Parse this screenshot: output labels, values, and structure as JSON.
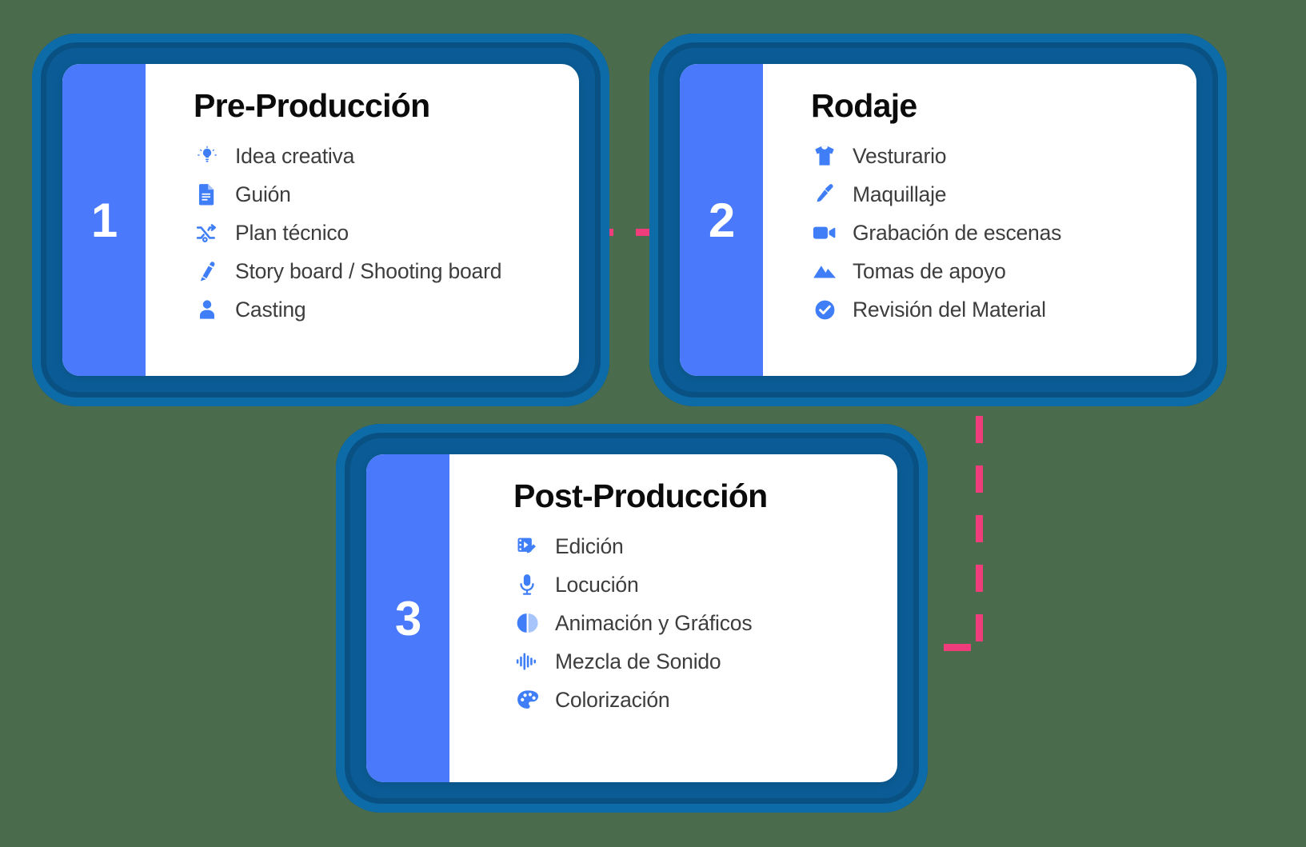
{
  "theme": {
    "background": "#4a6b4c",
    "frame_blue": "#0b5c96",
    "frame_blue_light": "#0d6ba8",
    "frame_blue_dark": "#0a5183",
    "accent_blue": "#4a7afb",
    "icon_blue": "#3f7ef7",
    "connector_pink": "#ef3d7b",
    "card_bg": "#ffffff",
    "title_color": "#0b0b0b",
    "item_color": "#3d3d3d"
  },
  "diagram": {
    "type": "process-flow",
    "orientation": "two-up-then-centered",
    "connectors": [
      {
        "name": "step-1-to-step-2",
        "style": "dashed",
        "color": "#ef3d7b",
        "direction": "horizontal"
      },
      {
        "name": "step-2-to-step-3",
        "style": "dashed",
        "color": "#ef3d7b",
        "direction": "vertical-then-horizontal"
      }
    ]
  },
  "cards": [
    {
      "number": "1",
      "title": "Pre-Producción",
      "items": [
        {
          "icon": "lightbulb-icon",
          "label": "Idea creativa"
        },
        {
          "icon": "document-icon",
          "label": "Guión"
        },
        {
          "icon": "shuffle-icon",
          "label": "Plan técnico"
        },
        {
          "icon": "pen-icon",
          "label": "Story board / Shooting board"
        },
        {
          "icon": "person-icon",
          "label": "Casting"
        }
      ]
    },
    {
      "number": "2",
      "title": "Rodaje",
      "items": [
        {
          "icon": "tshirt-icon",
          "label": "Vesturario"
        },
        {
          "icon": "makeup-brush-icon",
          "label": "Maquillaje"
        },
        {
          "icon": "video-camera-icon",
          "label": "Grabación de escenas"
        },
        {
          "icon": "mountain-icon",
          "label": "Tomas de apoyo"
        },
        {
          "icon": "check-circle-icon",
          "label": "Revisión del Material"
        }
      ]
    },
    {
      "number": "3",
      "title": "Post-Producción",
      "items": [
        {
          "icon": "film-edit-icon",
          "label": "Edición"
        },
        {
          "icon": "microphone-icon",
          "label": "Locución"
        },
        {
          "icon": "contrast-icon",
          "label": "Animación y Gráficos"
        },
        {
          "icon": "waveform-icon",
          "label": "Mezcla de Sonido"
        },
        {
          "icon": "palette-icon",
          "label": "Colorización"
        }
      ]
    }
  ]
}
